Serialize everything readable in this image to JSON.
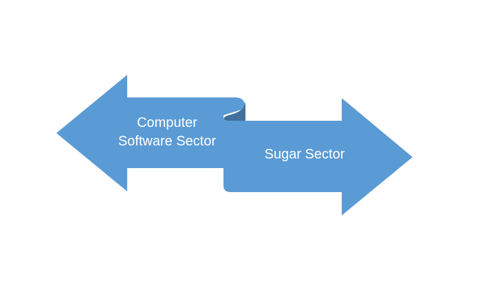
{
  "diagram": {
    "left_arrow": {
      "label_line1": "Computer",
      "label_line2": "Software Sector"
    },
    "right_arrow": {
      "label": "Sugar Sector"
    }
  },
  "colors": {
    "arrow_fill": "#5b9bd5",
    "fold_shadow": "#41719c",
    "label_text": "#ffffff",
    "background": "#ffffff"
  }
}
